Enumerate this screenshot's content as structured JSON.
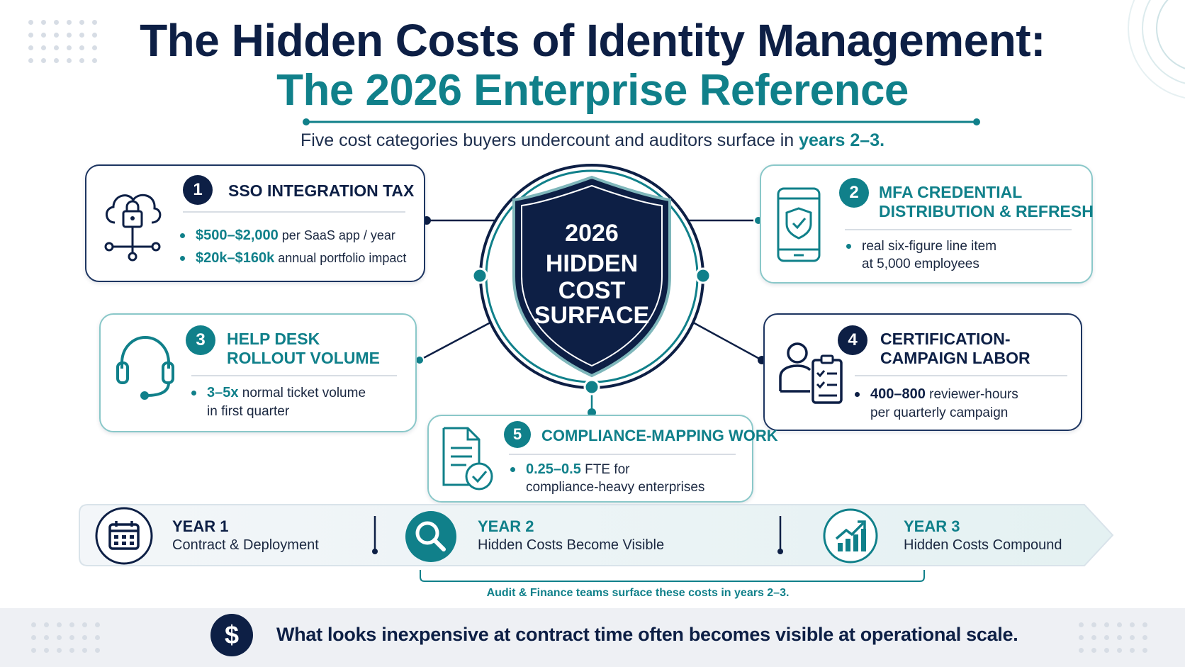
{
  "header": {
    "title_line1": "The Hidden Costs of Identity Management:",
    "title_line2": "The 2026 Enterprise Reference",
    "subtitle_prefix": "Five cost categories buyers undercount and auditors surface in ",
    "subtitle_highlight": "years 2–3."
  },
  "center": {
    "line1": "2026",
    "line2": "HIDDEN",
    "line3": "COST",
    "line4": "SURFACE"
  },
  "cards": [
    {
      "number": "1",
      "title_lines": [
        "SSO INTEGRATION TAX"
      ],
      "icon": "cloud-lock-icon",
      "bullets": [
        {
          "value": "$500–$2,000",
          "text": " per SaaS app / year"
        },
        {
          "value": "$20k–$160k",
          "text": " annual portfolio impact"
        }
      ]
    },
    {
      "number": "2",
      "title_lines": [
        "MFA CREDENTIAL",
        "DISTRIBUTION & REFRESH"
      ],
      "icon": "phone-shield-icon",
      "bullets": [
        {
          "value": "",
          "text_lines": [
            "real six-figure line item",
            "at 5,000 employees"
          ]
        }
      ]
    },
    {
      "number": "3",
      "title_lines": [
        "HELP DESK",
        "ROLLOUT VOLUME"
      ],
      "icon": "headset-icon",
      "bullets": [
        {
          "value": "3–5x",
          "text": " normal ticket volume",
          "text2": "in first quarter"
        }
      ]
    },
    {
      "number": "4",
      "title_lines": [
        "CERTIFICATION-",
        "CAMPAIGN LABOR"
      ],
      "icon": "user-checklist-icon",
      "bullets": [
        {
          "value": "400–800",
          "text": " reviewer-hours",
          "text2": "per quarterly campaign"
        }
      ]
    },
    {
      "number": "5",
      "title_lines": [
        "COMPLIANCE-MAPPING WORK"
      ],
      "icon": "document-check-icon",
      "bullets": [
        {
          "value": "0.25–0.5",
          "text": " FTE for",
          "text2": "compliance-heavy enterprises"
        }
      ]
    }
  ],
  "timeline": [
    {
      "year": "YEAR 1",
      "desc": "Contract & Deployment",
      "icon": "calendar-icon"
    },
    {
      "year": "YEAR 2",
      "desc": "Hidden Costs Become Visible",
      "icon": "magnifier-icon"
    },
    {
      "year": "YEAR 3",
      "desc": "Hidden Costs Compound",
      "icon": "growth-chart-icon"
    }
  ],
  "timeline_note": "Audit & Finance teams surface these costs in years 2–3.",
  "footer": {
    "icon": "dollar-icon",
    "icon_glyph": "$",
    "text": "What looks inexpensive at contract time often becomes visible at operational scale."
  },
  "colors": {
    "navy": "#0d1f45",
    "teal": "#10808a",
    "light_teal": "#8ac8c9"
  }
}
